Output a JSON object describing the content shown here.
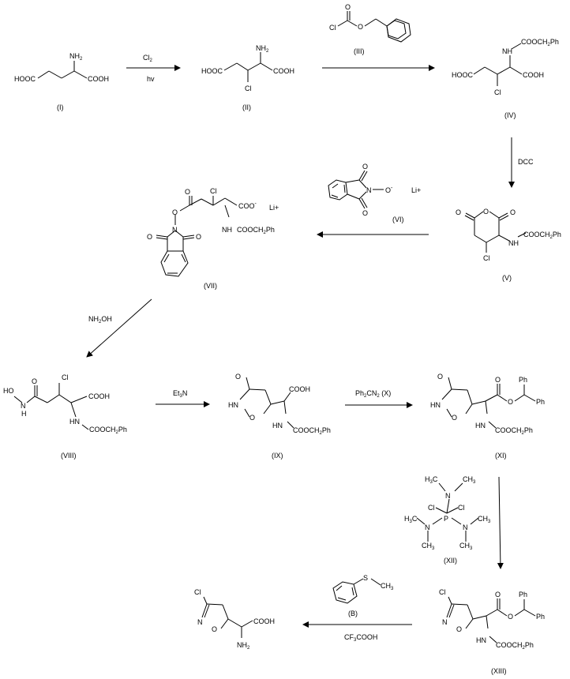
{
  "title": "Synthesis scheme",
  "compounds": {
    "I": {
      "label": "(I)",
      "nh2": "NH",
      "nh2_sub": "2",
      "left": "HOOC",
      "right": "COOH"
    },
    "II": {
      "label": "(II)",
      "nh2": "NH",
      "nh2_sub": "2",
      "left": "HOOC",
      "right": "COOH",
      "cl": "Cl"
    },
    "III": {
      "label": "(III)",
      "cl": "Cl",
      "o1": "O",
      "o2": "O"
    },
    "IV": {
      "label": "(IV)",
      "nh": "NH",
      "cbz": "COOCH",
      "cbz_sub": "2",
      "cbz_tail": "Ph",
      "left": "HOOC",
      "right": "COOH",
      "cl": "Cl"
    },
    "V": {
      "label": "(V)",
      "o1": "O",
      "o2": "O",
      "o3": "O",
      "nh": "NH",
      "cbz": "COOCH",
      "cbz_sub": "2",
      "cbz_tail": "Ph",
      "cl": "Cl"
    },
    "VI": {
      "label": "(VI)",
      "o1": "O",
      "o2": "O",
      "n": "N",
      "o_minus": "O",
      "minus": "-",
      "li": "Li+"
    },
    "VII": {
      "label": "(VII)",
      "o1": "O",
      "o2": "O",
      "o3": "O",
      "o4": "O",
      "n": "N",
      "cl": "Cl",
      "coo": "COO",
      "minus": "-",
      "li": "Li+",
      "nh": "NH",
      "cbz": "COOCH",
      "cbz_sub": "2",
      "cbz_tail": "Ph"
    },
    "VIII": {
      "label": "(VIII)",
      "hoo": "HO",
      "n": "N",
      "h": "H",
      "o": "O",
      "cl": "Cl",
      "cooh": "COOH",
      "nh": "HN",
      "cbz": "COOCH",
      "cbz_sub": "2",
      "cbz_tail": "Ph"
    },
    "IX": {
      "label": "(IX)",
      "o": "O",
      "hn": "HN",
      "ring_o": "O",
      "cooh": "COOH",
      "nh": "HN",
      "cbz": "COOCH",
      "cbz_sub": "2",
      "cbz_tail": "Ph"
    },
    "XI": {
      "label": "(XI)",
      "o": "O",
      "hn": "HN",
      "ring_o": "O",
      "o2": "O",
      "o3": "O",
      "ph1": "Ph",
      "ph2": "Ph",
      "nh": "HN",
      "cbz": "COOCH",
      "cbz_sub": "2",
      "cbz_tail": "Ph"
    },
    "XII": {
      "label": "(XII)",
      "h3c_1": "H",
      "h3c_1b": "3",
      "h3c_1c": "C",
      "n1": "N",
      "ch3_1": "CH",
      "ch3_1b": "3",
      "cl1": "Cl",
      "cl2": "Cl",
      "p": "P",
      "h3c_2": "H",
      "h3c_2b": "3",
      "h3c_2c": "C",
      "n2": "N",
      "n3": "N",
      "ch3_2": "CH",
      "ch3_2b": "3",
      "ch3_3": "CH",
      "ch3_3b": "3",
      "ch3_4": "CH",
      "ch3_4b": "3"
    },
    "XIII": {
      "label": "(XIII)",
      "cl": "Cl",
      "n": "N",
      "o": "O",
      "o2": "O",
      "o3": "O",
      "ph1": "Ph",
      "ph2": "Ph",
      "nh": "HN",
      "cbz": "COOCH",
      "cbz_sub": "2",
      "cbz_tail": "Ph"
    },
    "B": {
      "label": "(B)",
      "s": "S",
      "ch3": "CH",
      "ch3_sub": "3"
    },
    "final": {
      "cl": "Cl",
      "n": "N",
      "o": "O",
      "cooh": "COOH",
      "nh2": "NH",
      "nh2_sub": "2"
    }
  },
  "reagents": {
    "step1_top": "Cl",
    "step1_top_sub": "2",
    "step1_bottom": "hv",
    "step3": "DCC",
    "step5": "NH",
    "step5_sub": "2",
    "step5_tail": "OH",
    "step6": "Et",
    "step6_sub": "3",
    "step6_tail": "N",
    "step7": "Ph",
    "step7_sub": "2",
    "step7_mid": "CN",
    "step7_sub2": "2",
    "step7_tail": " (X)",
    "step10": "CF",
    "step10_sub": "3",
    "step10_tail": "COOH"
  }
}
